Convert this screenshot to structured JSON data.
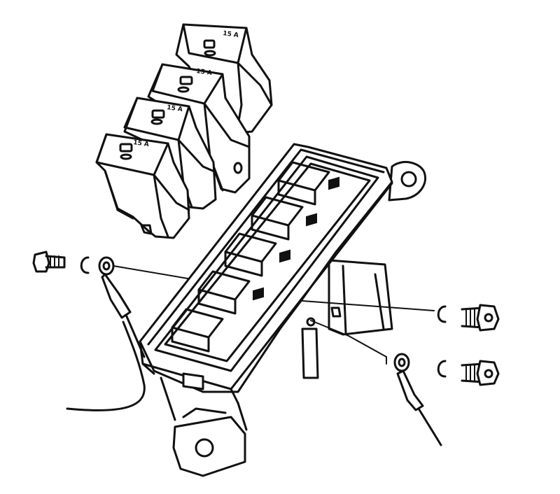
{
  "figure": {
    "relay_labels": [
      "15 A",
      "15 A",
      "15 A",
      "15 A"
    ],
    "line_color": "#111111",
    "background": "#ffffff"
  }
}
